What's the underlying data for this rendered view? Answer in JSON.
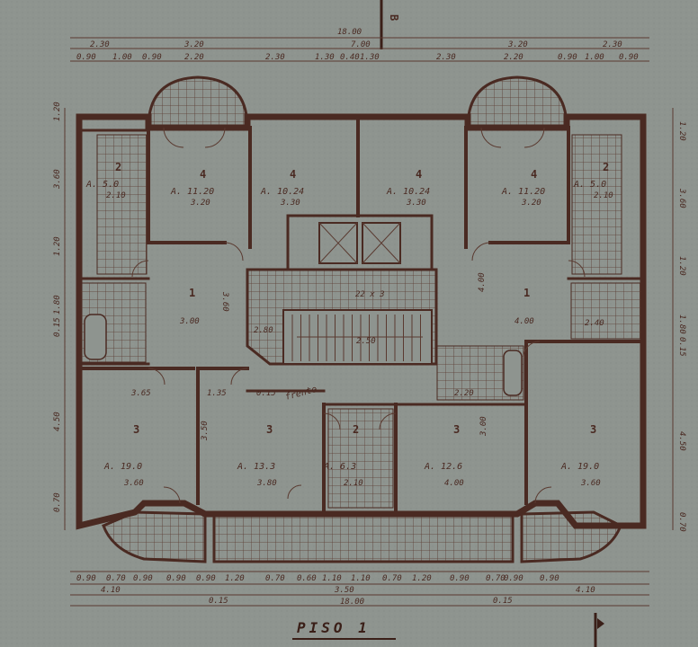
{
  "title": "PISO 1",
  "section_marker": "B",
  "top_dims": {
    "total": "18.00",
    "row1": [
      "2.30",
      "3.20",
      "7.00",
      "3.20",
      "2.30"
    ],
    "row2": [
      "0.90",
      "1.00",
      "0.90",
      "2.20",
      "2.30",
      "1.30",
      "0.40",
      "1.30",
      "2.30",
      "2.20",
      "0.90",
      "1.00",
      "0.90"
    ]
  },
  "bottom_dims": {
    "row1": [
      "0.90",
      "0.70",
      "0.90",
      "0.90",
      "0.90",
      "1.20",
      "0.70",
      "0.60",
      "1.10",
      "1.10",
      "0.70",
      "1.20",
      "0.90",
      "0.70",
      "0.90",
      "0.90"
    ],
    "row2": [
      "4.10",
      "3.50",
      "4.10"
    ],
    "row3": [
      "0.15",
      "0.15"
    ],
    "total": "18.00"
  },
  "left_dims": [
    "1.20",
    "3.60",
    "1.20",
    "1.80",
    "0.15",
    "4.50",
    "0.70"
  ],
  "right_dims": [
    "1.20",
    "3.60",
    "1.20",
    "1.80",
    "0.15",
    "4.50",
    "0.70"
  ],
  "rooms": [
    {
      "num": "4",
      "area": "A. 11.20",
      "dim": "3.20"
    },
    {
      "num": "4",
      "area": "A. 10.24",
      "dim": "3.30"
    },
    {
      "num": "4",
      "area": "A. 10.24",
      "dim": "3.30"
    },
    {
      "num": "4",
      "area": "A. 11.20",
      "dim": "3.20"
    },
    {
      "num": "2",
      "area": "A. 5.0",
      "dim": "2.10"
    },
    {
      "num": "2",
      "area": "A. 5.0",
      "dim": "2.10"
    },
    {
      "num": "1",
      "area": "",
      "dim": "3.00"
    },
    {
      "num": "1",
      "area": "",
      "dim": "4.00"
    },
    {
      "num": "3",
      "area": "A. 19.0",
      "dim": "3.60"
    },
    {
      "num": "3",
      "area": "A. 13.3",
      "dim": "3.80"
    },
    {
      "num": "2",
      "area": "A. 6.3",
      "dim": "2.10"
    },
    {
      "num": "3",
      "area": "A. 12.6",
      "dim": "4.00"
    },
    {
      "num": "3",
      "area": "A. 19.0",
      "dim": "3.60"
    }
  ],
  "misc_labels": {
    "stair_note": "22 x 3",
    "frente": "frente",
    "dim_365": "3.65",
    "dim_135": "1.35",
    "dim_015a": "0.15",
    "dim_250": "2.50",
    "dim_280": "2.80",
    "dim_360v": "3.60",
    "dim_400v": "4.00",
    "dim_350v": "3.50",
    "dim_300v": "3.00",
    "dim_220": "2.20",
    "dim_240": "2.40"
  }
}
